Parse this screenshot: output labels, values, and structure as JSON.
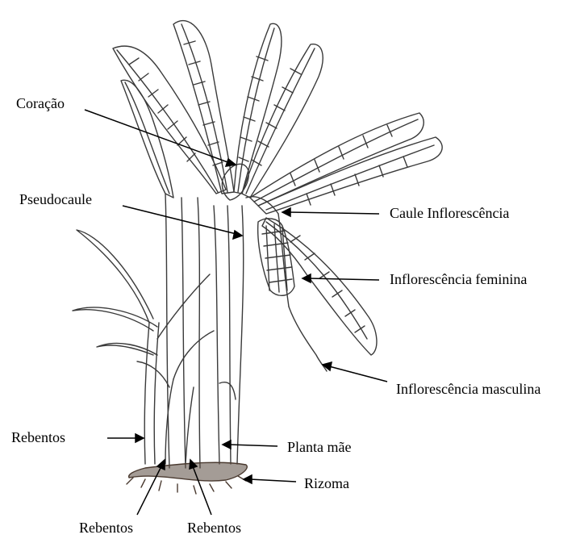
{
  "diagram": {
    "labels": {
      "coracao": "Coração",
      "pseudocaule": "Pseudocaule",
      "caule_inflorescencia": "Caule Inflorescência",
      "inflorescencia_feminina": "Inflorescência feminina",
      "inflorescencia_masculina": "Inflorescência masculina",
      "rebentos_left": "Rebentos",
      "planta_mae": "Planta mãe",
      "rizoma": "Rizoma",
      "rebentos_bottom_1": "Rebentos",
      "rebentos_bottom_2": "Rebentos"
    },
    "colors": {
      "line": "#000000",
      "drawing": "#3a3a3a",
      "rhizome": "#4a3a30",
      "background": "#ffffff"
    }
  }
}
